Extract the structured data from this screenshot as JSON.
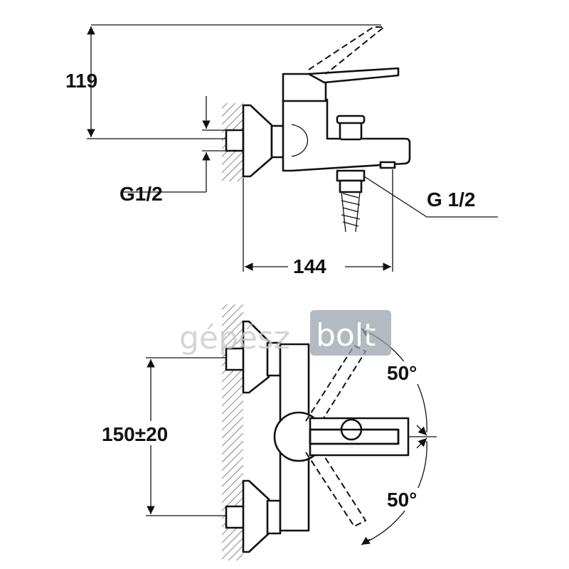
{
  "dimensions": {
    "height_label": "119",
    "inlet_label": "G1/2",
    "outlet_label": "G 1/2",
    "width_label": "144",
    "centers_label": "150±20",
    "angle_upper_label": "50°",
    "angle_lower_label": "50°"
  },
  "watermark": {
    "part1": "gépész",
    "part2": "bolt"
  },
  "colors": {
    "line": "#111111",
    "watermark_grey": "#c8c8c8",
    "watermark_box": "#9aa3ad"
  }
}
